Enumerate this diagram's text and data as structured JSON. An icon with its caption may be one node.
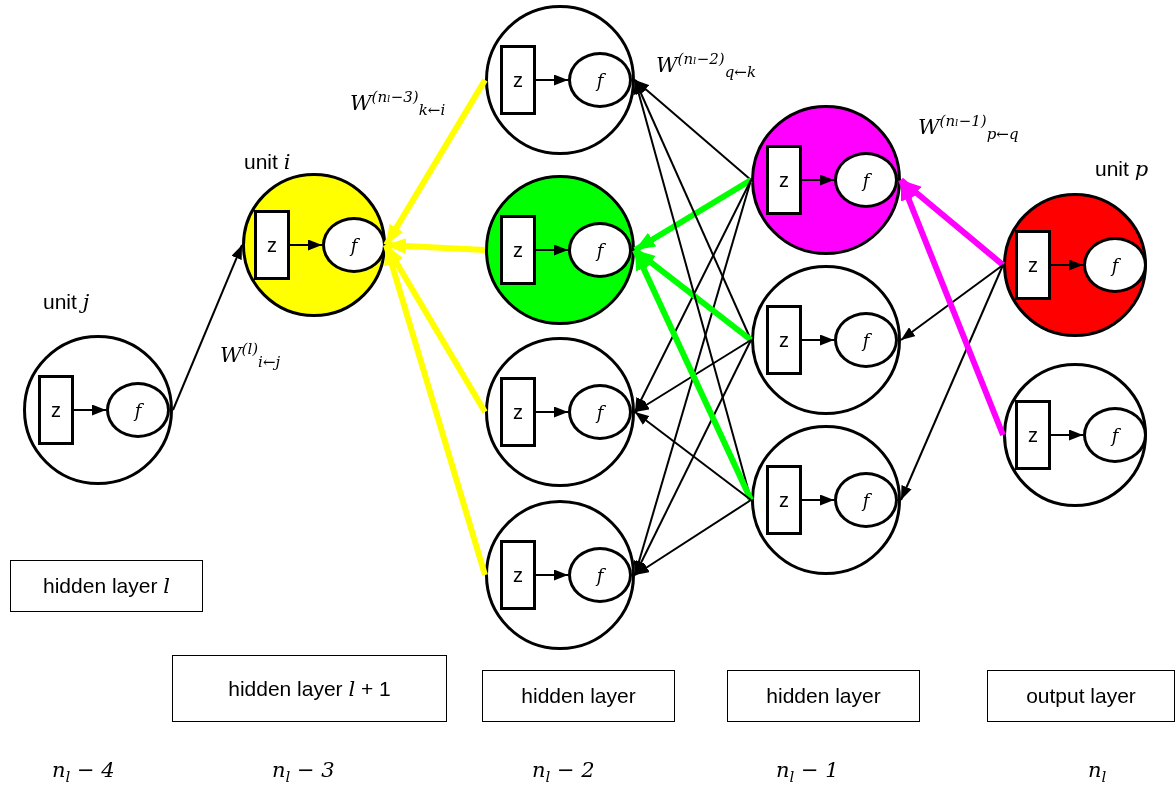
{
  "diagram": {
    "nodes": [
      {
        "text": [
          "unit *j*"
        ]
      },
      {
        "text": [
          "z"
        ],
        "in": 0
      },
      {
        "text": [
          "f"
        ],
        "in": 0
      },
      {
        "text": [
          "unit *i*"
        ]
      },
      {
        "text": [
          "z"
        ],
        "in": 3
      },
      {
        "text": [
          "f"
        ],
        "in": 3
      },
      {
        "text": [],
        "shape": "circle"
      },
      {
        "text": [
          "z"
        ],
        "in": 6
      },
      {
        "text": [
          "f"
        ],
        "in": 6
      },
      {
        "text": [],
        "shape": "circle"
      },
      {
        "text": [
          "z"
        ],
        "in": 9
      },
      {
        "text": [
          "f"
        ],
        "in": 9
      },
      {
        "text": [],
        "shape": "circle"
      },
      {
        "text": [
          "z"
        ],
        "in": 12
      },
      {
        "text": [
          "f"
        ],
        "in": 12
      },
      {
        "text": [],
        "shape": "circle"
      },
      {
        "text": [
          "z"
        ],
        "in": 15
      },
      {
        "text": [
          "f"
        ],
        "in": 15
      },
      {
        "text": [],
        "shape": "circle"
      },
      {
        "text": [
          "z"
        ],
        "in": 18
      },
      {
        "text": [
          "f"
        ],
        "in": 18
      },
      {
        "text": [],
        "shape": "circle"
      },
      {
        "text": [
          "z"
        ],
        "in": 21
      },
      {
        "text": [
          "f"
        ],
        "in": 21
      },
      {
        "text": [],
        "shape": "circle"
      },
      {
        "text": [
          "z"
        ],
        "in": 24
      },
      {
        "text": [
          "f"
        ],
        "in": 24
      },
      {
        "text": [
          "unit *p*"
        ]
      },
      {
        "text": [
          "z"
        ],
        "in": 27
      },
      {
        "text": [
          "f"
        ],
        "in": 27
      },
      {
        "text": [],
        "shape": "circle"
      },
      {
        "text": [
          "z"
        ],
        "in": 30
      },
      {
        "text": [
          "f"
        ],
        "in": 30
      },
      {
        "text": [
          "hidden layer *l*"
        ]
      },
      {
        "text": [
          "hidden layer *l* + 1"
        ]
      },
      {
        "text": [
          "hidden layer"
        ]
      },
      {
        "text": [
          "hidden layer"
        ]
      },
      {
        "text": [
          "output layer"
        ]
      }
    ],
    "edges": [
      {
        "from": 1,
        "to": 2,
        "arrow": "to"
      },
      {
        "from": 4,
        "to": 5,
        "arrow": "to"
      },
      {
        "from": 7,
        "to": 8,
        "arrow": "to"
      },
      {
        "from": 10,
        "to": 11,
        "arrow": "to"
      },
      {
        "from": 13,
        "to": 14,
        "arrow": "to"
      },
      {
        "from": 16,
        "to": 17,
        "arrow": "to"
      },
      {
        "from": 19,
        "to": 20,
        "arrow": "to"
      },
      {
        "from": 22,
        "to": 23,
        "arrow": "to"
      },
      {
        "from": 25,
        "to": 26,
        "arrow": "to"
      },
      {
        "from": 28,
        "to": 29,
        "arrow": "to"
      },
      {
        "from": 31,
        "to": 32,
        "arrow": "to"
      },
      {
        "from": 0,
        "to": 3,
        "arrow": "to"
      },
      {
        "from": 6,
        "to": 3,
        "arrow": "to",
        "style": "thick",
        "color": "#ffff00"
      },
      {
        "from": 9,
        "to": 3,
        "arrow": "to",
        "style": "thick",
        "color": "#ffff00"
      },
      {
        "from": 12,
        "to": 3,
        "arrow": "to",
        "style": "thick",
        "color": "#ffff00"
      },
      {
        "from": 15,
        "to": 3,
        "arrow": "to",
        "style": "thick",
        "color": "#ffff00"
      },
      {
        "from": 18,
        "to": 6,
        "arrow": "to"
      },
      {
        "from": 18,
        "to": 9,
        "arrow": "to",
        "style": "thick",
        "color": "#00ff00"
      },
      {
        "from": 18,
        "to": 12,
        "arrow": "to"
      },
      {
        "from": 18,
        "to": 15,
        "arrow": "to"
      },
      {
        "from": 21,
        "to": 6,
        "arrow": "to"
      },
      {
        "from": 21,
        "to": 9,
        "arrow": "to",
        "style": "thick",
        "color": "#00ff00"
      },
      {
        "from": 21,
        "to": 12,
        "arrow": "to"
      },
      {
        "from": 21,
        "to": 15,
        "arrow": "to"
      },
      {
        "from": 24,
        "to": 6,
        "arrow": "to"
      },
      {
        "from": 24,
        "to": 9,
        "arrow": "to",
        "style": "thick",
        "color": "#00ff00"
      },
      {
        "from": 24,
        "to": 12,
        "arrow": "to"
      },
      {
        "from": 24,
        "to": 15,
        "arrow": "to"
      },
      {
        "from": 27,
        "to": 18,
        "arrow": "to",
        "style": "thick",
        "color": "#ff00ff"
      },
      {
        "from": 27,
        "to": 21,
        "arrow": "to"
      },
      {
        "from": 27,
        "to": 24,
        "arrow": "to"
      },
      {
        "from": 30,
        "to": 18,
        "arrow": "to",
        "style": "thick",
        "color": "#ff00ff"
      }
    ],
    "labels": [
      "W$^{(nₗ−3)}$$_{k←i}$",
      "W$^{(nₗ−2)}$$_{q←k}$",
      "W$^{(nₗ−1)}$$_{p←q}$",
      "W$^{(l)}$$_{i←j}$",
      "n$_{l}$ − 4",
      "n$_{l}$ − 3",
      "n$_{l}$ − 2",
      "n$_{l}$ − 1",
      "n$_{l}$"
    ]
  }
}
